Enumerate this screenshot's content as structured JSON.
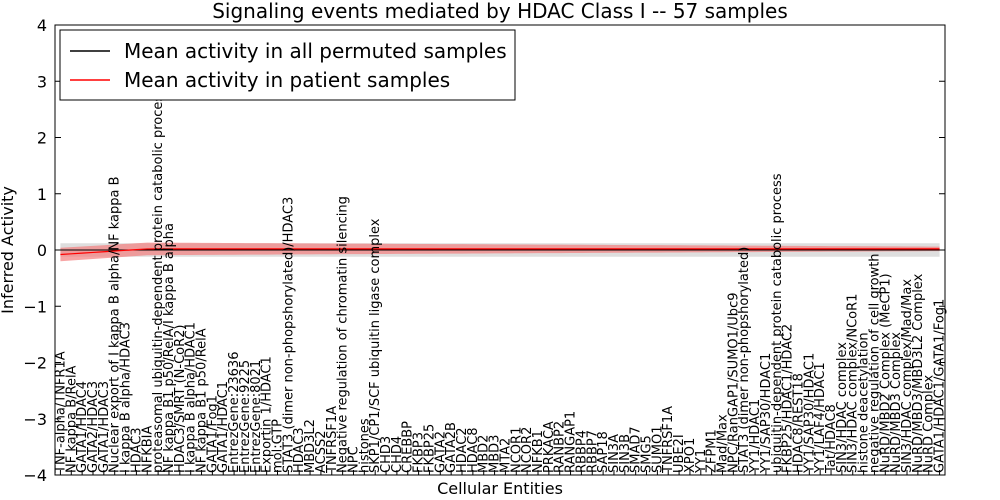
{
  "chart_data": {
    "type": "line",
    "title": "Signaling events mediated by HDAC Class I -- 57 samples",
    "xlabel": "Cellular Entities",
    "ylabel": "Inferred Activity",
    "ylim": [
      -4,
      4
    ],
    "yticks": [
      -4,
      -3,
      -2,
      -1,
      0,
      1,
      2,
      3,
      4
    ],
    "grid": false,
    "legend_position": "top-left",
    "categories": [
      "TNF-alpha/TNFR1A",
      "NF kappa B/RelA",
      "GATA1/HDAC4",
      "GATA2/HDAC3",
      "GATA1/HDAC3",
      "Nuclear export of I kappa B alpha/NF kappa B",
      "I kappa B alpha/HDAC3",
      "HDAC3",
      "NFKBIA",
      "proteasomal ubiquitin-dependent protein catabolic process",
      "NF kappa B1 p50/RelA/I kappa B alpha",
      "HDAC3/SMRT (N-CoR2)",
      "I kappa B alpha/HDAC1",
      "NF kappa B1 p50/RelA",
      "GATA1/Fog1",
      "GATA1/HDAC1",
      "EntrezGene:23636",
      "EntrezGene:9225",
      "EntrezGene:8021",
      "Exportin 1/HDAC1",
      "mol:GTP",
      "STAT3 (dimer non-phopshorylated)/HDAC3",
      "HDAC3",
      "MBD3L2",
      "ACSS2",
      "TNFRSF1A",
      "Negative regulation of chromatin silencing",
      "NPC",
      "histones",
      "SKP1/CP1/SCF ubiquitin ligase complex",
      "CHD3",
      "CHD4",
      "CREBBP",
      "FKBP3",
      "FKBP25",
      "GATA2",
      "GATA2B",
      "HDAC2",
      "HDAC8",
      "MBD2",
      "MBD3",
      "MTA2",
      "NCOR1",
      "NCOR2",
      "NFKB1",
      "PRKACA",
      "RANBP2",
      "RANGAP1",
      "RBBP4",
      "RBBP7",
      "SAP18",
      "SIN3A",
      "SIN3B",
      "SMAD7",
      "SMG5",
      "SUMO1",
      "TNFRSF1A",
      "UBE2I",
      "XPO1",
      "YY1",
      "ZFPM1",
      "Mad/Max",
      "NPC/RanGAP1/SUMO1/Ubc9",
      "STAT3 (dimer non-phopshorylated)",
      "YY1/HDAC1",
      "YY1/SAP30/HDAC1",
      "ubiquitin-dependent protein catabolic process",
      "FKBP25/HDAC1/HDAC2",
      "HDAC8/REST18",
      "YY1/SAP30/HDAC1",
      "YY1/LAF4/HDAC1",
      "Tat/HDAC8",
      "SIN3/HDAC complex",
      "SIN3/HDAC complex/NCoR1",
      "histone deacetylation",
      "negative regulation of cell growth",
      "NuRD/MBD2 Complex (MeCP1)",
      "NuRD/MBD3 Complex",
      "SIN3/HDAC complex/Mad/Max",
      "NuRD/MBD3/MBD3L2 Complex",
      "NuRD Complex",
      "GATA1/HDAC1/GATA1/Fog1"
    ],
    "series": [
      {
        "name": "Mean activity in all permuted samples",
        "color": "#000000",
        "band_color": "#c8c8c8",
        "mean": 0.0,
        "band": 0.12
      },
      {
        "name": "Mean activity in patient samples",
        "color": "#ff0000",
        "band_color": "#f47f7f",
        "start": -0.08,
        "mean": 0.02,
        "band_left": 0.12,
        "band_right": 0.04
      }
    ]
  }
}
